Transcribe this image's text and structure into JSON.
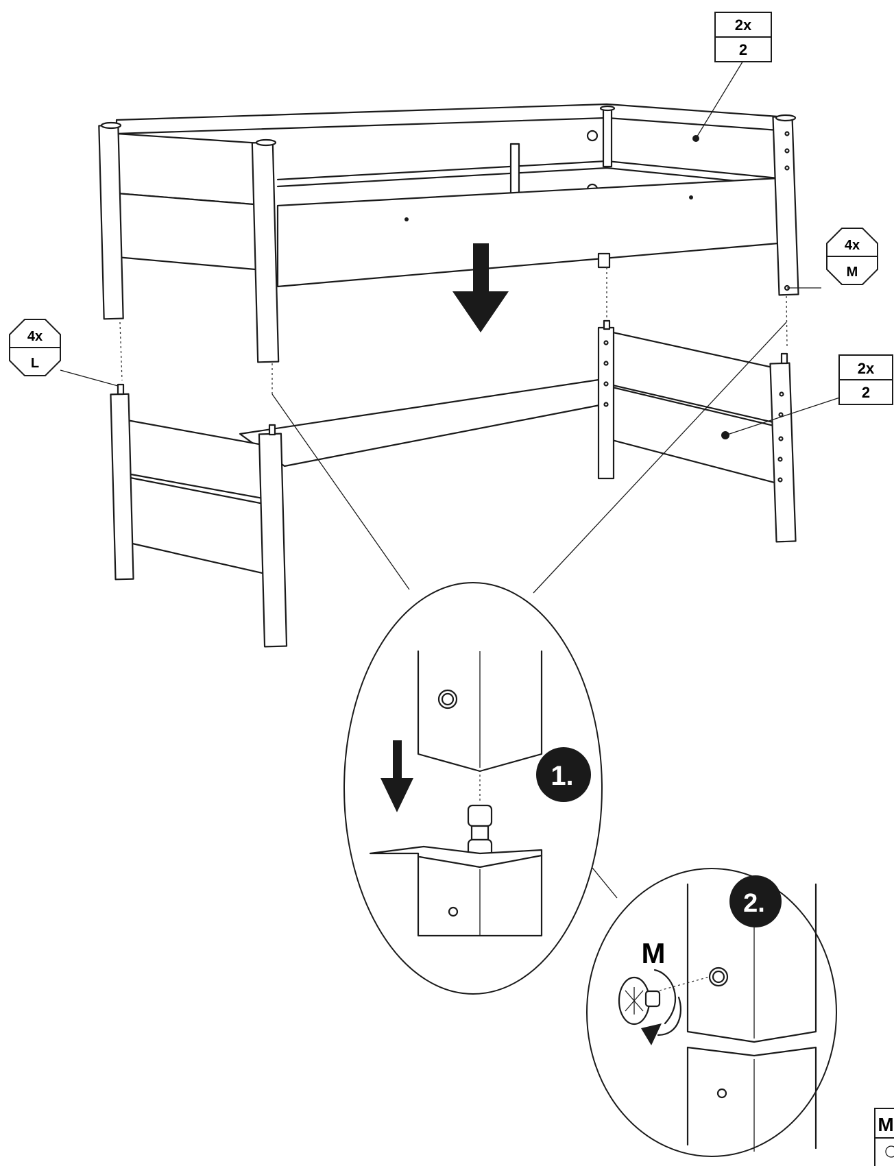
{
  "callouts": {
    "top_right_qty": "2x",
    "top_right_part": "2",
    "mid_right_qty": "2x",
    "mid_right_part": "2",
    "octagon_right_qty": "4x",
    "octagon_right_part": "M",
    "octagon_left_qty": "4x",
    "octagon_left_part": "L"
  },
  "detail": {
    "step1_label": "1.",
    "step2_label": "2.",
    "screw_label": "M"
  },
  "corner_box": {
    "label": "M"
  }
}
